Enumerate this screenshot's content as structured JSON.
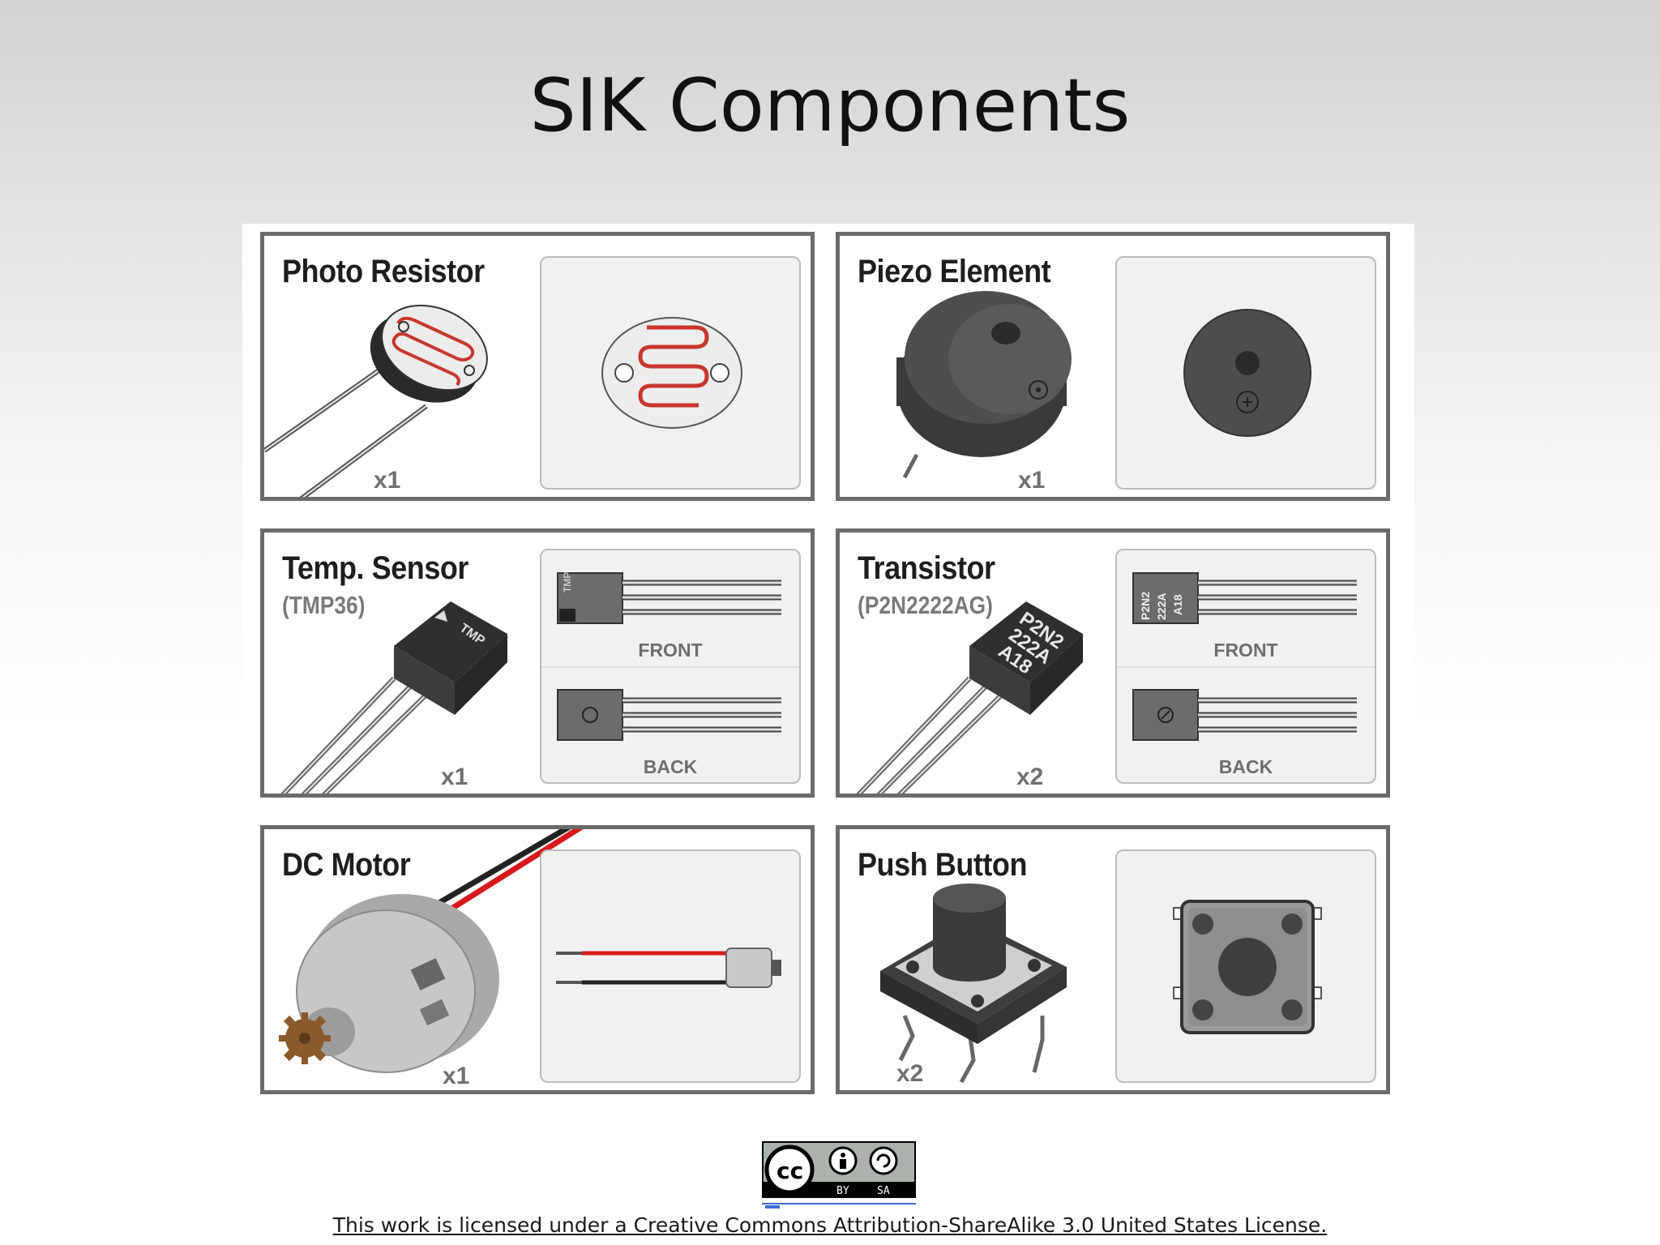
{
  "slide": {
    "title": "SIK Components"
  },
  "cards": [
    {
      "title": "Photo Resistor",
      "subtitle": "",
      "quantity": "x1"
    },
    {
      "title": "Piezo Element",
      "subtitle": "",
      "quantity": "x1"
    },
    {
      "title": "Temp. Sensor",
      "subtitle": "(TMP36)",
      "quantity": "x1",
      "front_label": "FRONT",
      "back_label": "BACK",
      "body_text": "TMP"
    },
    {
      "title": "Transistor",
      "subtitle": "(P2N2222AG)",
      "quantity": "x2",
      "front_label": "FRONT",
      "back_label": "BACK",
      "body_lines": [
        "P2N2",
        "222A",
        "A18"
      ]
    },
    {
      "title": "DC Motor",
      "subtitle": "",
      "quantity": "x1"
    },
    {
      "title": "Push Button",
      "subtitle": "",
      "quantity": "x2"
    }
  ],
  "license": {
    "badge_text": [
      "BY",
      "SA"
    ],
    "text": "This work is licensed under a Creative Commons Attribution-ShareAlike 3.0 United States License."
  },
  "colors": {
    "card_border": "#6b6b6b",
    "symbol_bg": "#f1f1f1",
    "resistor_trace": "#c8372d",
    "motor_red_wire": "#d7191c"
  },
  "icons": [
    "photo-resistor-icon",
    "piezo-icon",
    "temp-sensor-icon",
    "transistor-icon",
    "dc-motor-icon",
    "push-button-icon",
    "creative-commons-icon"
  ]
}
